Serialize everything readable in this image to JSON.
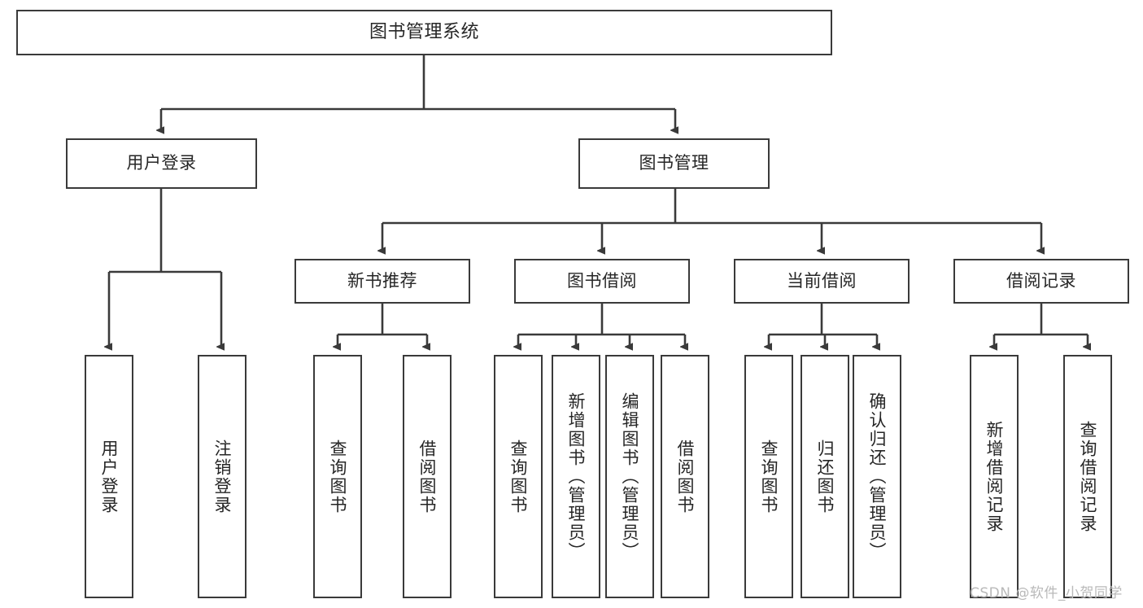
{
  "diagram": {
    "title": "图书管理系统",
    "type": "functional-structure-tree",
    "watermark": "CSDN @软件_小贺同学",
    "colors": {
      "box_border": "#3a3a3a",
      "box_fill": "#ffffff",
      "connector": "#3a3a3a",
      "text": "#262626",
      "watermark": "#b9b9b9",
      "background": "#ffffff"
    },
    "nodes": {
      "root": {
        "label": "图书管理系统",
        "orientation": "horizontal"
      },
      "level2": [
        {
          "id": "user-login",
          "label": "用户登录",
          "orientation": "horizontal"
        },
        {
          "id": "book-management",
          "label": "图书管理",
          "orientation": "horizontal"
        }
      ],
      "level3": [
        {
          "id": "new-book-recommend",
          "label": "新书推荐",
          "orientation": "horizontal"
        },
        {
          "id": "book-borrow",
          "label": "图书借阅",
          "orientation": "horizontal"
        },
        {
          "id": "current-borrow",
          "label": "当前借阅",
          "orientation": "horizontal"
        },
        {
          "id": "borrow-record",
          "label": "借阅记录",
          "orientation": "horizontal"
        }
      ],
      "leaves": [
        {
          "id": "leaf-user-login",
          "parent": "user-login",
          "label": "用户登录",
          "orientation": "vertical"
        },
        {
          "id": "leaf-user-logout",
          "parent": "user-login",
          "label": "注销登录",
          "orientation": "vertical"
        },
        {
          "id": "leaf-query-book-1",
          "parent": "new-book-recommend",
          "label": "查询图书",
          "orientation": "vertical"
        },
        {
          "id": "leaf-borrow-book-1",
          "parent": "new-book-recommend",
          "label": "借阅图书",
          "orientation": "vertical"
        },
        {
          "id": "leaf-query-book-2",
          "parent": "book-borrow",
          "label": "查询图书",
          "orientation": "vertical"
        },
        {
          "id": "leaf-add-book",
          "parent": "book-borrow",
          "label": "新增图书（管理员）",
          "orientation": "vertical"
        },
        {
          "id": "leaf-edit-book",
          "parent": "book-borrow",
          "label": "编辑图书（管理员）",
          "orientation": "vertical"
        },
        {
          "id": "leaf-borrow-book-2",
          "parent": "book-borrow",
          "label": "借阅图书",
          "orientation": "vertical"
        },
        {
          "id": "leaf-query-book-3",
          "parent": "current-borrow",
          "label": "查询图书",
          "orientation": "vertical"
        },
        {
          "id": "leaf-return-book",
          "parent": "current-borrow",
          "label": "归还图书",
          "orientation": "vertical"
        },
        {
          "id": "leaf-confirm-return",
          "parent": "current-borrow",
          "label": "确认归还（管理员）",
          "orientation": "vertical"
        },
        {
          "id": "leaf-add-record",
          "parent": "borrow-record",
          "label": "新增借阅记录",
          "orientation": "vertical"
        },
        {
          "id": "leaf-query-record",
          "parent": "borrow-record",
          "label": "查询借阅记录",
          "orientation": "vertical"
        }
      ]
    }
  }
}
